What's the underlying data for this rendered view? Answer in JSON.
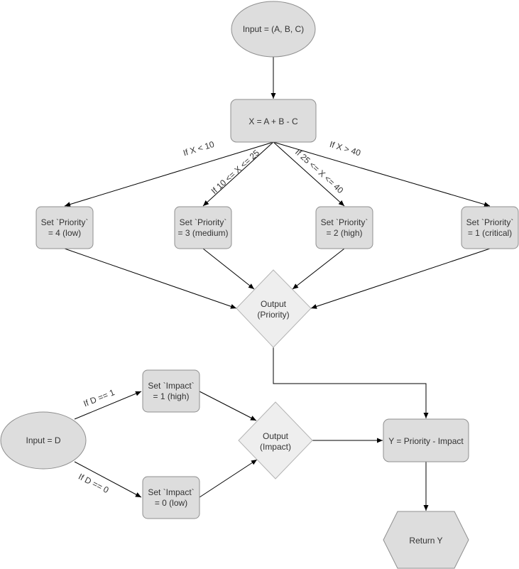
{
  "nodes": {
    "input_abc": "Input = (A, B, C)",
    "compute_x": "X = A + B - C",
    "priority_4": [
      "Set `Priority`",
      "= 4 (low)"
    ],
    "priority_3": [
      "Set `Priority`",
      "= 3 (medium)"
    ],
    "priority_2": [
      "Set `Priority`",
      "= 2 (high)"
    ],
    "priority_1": [
      "Set `Priority`",
      "= 1 (critical)"
    ],
    "output_priority": [
      "Output",
      "(Priority)"
    ],
    "input_d": "Input = D",
    "impact_1": [
      "Set `Impact`",
      "= 1 (high)"
    ],
    "impact_0": [
      "Set `Impact`",
      "= 0 (low)"
    ],
    "output_impact": [
      "Output",
      "(Impact)"
    ],
    "compute_y": "Y = Priority - Impact",
    "return_y": "Return Y"
  },
  "edge_labels": {
    "x_lt_10": "If X < 10",
    "x_10_25": "If 10 <= X <= 25",
    "x_25_40": "If 25 <= X <= 40",
    "x_gt_40": "If X > 40",
    "d_eq_1": "If D == 1",
    "d_eq_0": "If D == 0"
  },
  "colors": {
    "node_fill": "#dddddd",
    "diamond_fill": "#eeeeee",
    "stroke": "#8f8f8f",
    "edge": "#000000"
  }
}
